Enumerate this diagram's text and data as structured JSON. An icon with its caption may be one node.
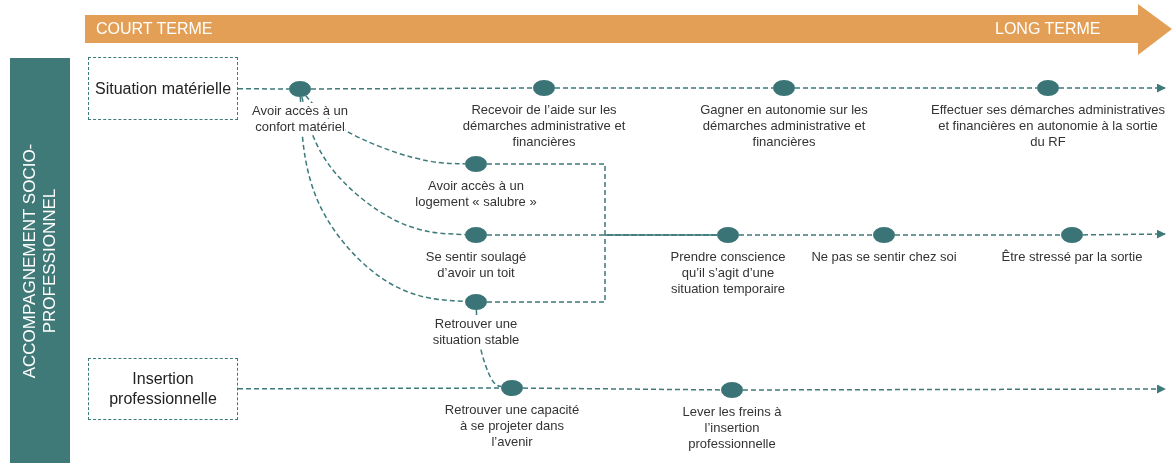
{
  "diagram": {
    "nodes": [
      {
        "text": [
          "ACCOMPAGNEMENT SOCIO-PROFESSIONNEL"
        ]
      },
      {
        "text": [
          "Situation matérielle"
        ]
      },
      {
        "text": [
          "Insertion professionnelle"
        ]
      },
      {
        "text": [],
        "shape": "circle",
        "beside": [
          "Avoir accès à un confort matériel"
        ]
      },
      {
        "text": [],
        "shape": "circle",
        "beside": [
          "Recevoir de l’aide sur les démarches administrative et financières"
        ]
      },
      {
        "text": [],
        "shape": "circle",
        "beside": [
          "Gagner en autonomie sur les démarches administrative et financières"
        ]
      },
      {
        "text": [],
        "shape": "circle",
        "beside": [
          "Effectuer ses démarches administratives et financières en autonomie à la sortie du RF"
        ]
      },
      {
        "text": [],
        "shape": "circle",
        "beside": [
          "Avoir accès à un logement « salubre »"
        ]
      },
      {
        "text": [],
        "shape": "circle",
        "beside": [
          "Se sentir soulagé d’avoir un toit"
        ]
      },
      {
        "text": [],
        "shape": "circle",
        "beside": [
          "Retrouver une situation stable"
        ]
      },
      {
        "text": [],
        "shape": "circle",
        "beside": [
          "Prendre conscience qu’il s’agit d’une situation temporaire"
        ]
      },
      {
        "text": [],
        "shape": "circle",
        "beside": [
          "Ne pas se sentir chez soi"
        ]
      },
      {
        "text": [],
        "shape": "circle",
        "beside": [
          "Être stressé par la sortie"
        ]
      },
      {
        "text": [],
        "shape": "circle",
        "beside": [
          "Retrouver une capacité à se projeter dans l’avenir"
        ]
      },
      {
        "text": [],
        "shape": "circle",
        "beside": [
          "Lever les freins à l’insertion professionnelle"
        ]
      }
    ],
    "edges": [
      {
        "from": 1,
        "to": 3,
        "arrow": "none",
        "style": "dashed"
      },
      {
        "from": 3,
        "to": 4,
        "arrow": "none",
        "style": "dashed"
      },
      {
        "from": 4,
        "to": 5,
        "arrow": "none",
        "style": "dashed"
      },
      {
        "from": 5,
        "to": 6,
        "arrow": "none",
        "style": "dashed"
      },
      {
        "from": 6,
        "to": null,
        "arrow": "to",
        "style": "dashed"
      },
      {
        "from": 3,
        "to": 7,
        "arrow": "none",
        "style": "dashed"
      },
      {
        "from": 3,
        "to": 8,
        "arrow": "none",
        "style": "dashed"
      },
      {
        "from": 3,
        "to": 9,
        "arrow": "none",
        "style": "dashed"
      },
      {
        "from": 9,
        "to": 13,
        "arrow": "none",
        "style": "dashed"
      },
      {
        "from": 7,
        "to": 10,
        "arrow": "none",
        "style": "dashed"
      },
      {
        "from": 8,
        "to": 10,
        "arrow": "none",
        "style": "dashed"
      },
      {
        "from": 9,
        "to": 10,
        "arrow": "none",
        "style": "dashed"
      },
      {
        "from": 10,
        "to": 11,
        "arrow": "none",
        "style": "dashed"
      },
      {
        "from": 11,
        "to": 12,
        "arrow": "none",
        "style": "dashed"
      },
      {
        "from": 12,
        "to": null,
        "arrow": "to",
        "style": "dashed"
      },
      {
        "from": 2,
        "to": 13,
        "arrow": "none",
        "style": "dashed"
      },
      {
        "from": 13,
        "to": 14,
        "arrow": "none",
        "style": "dashed"
      },
      {
        "from": 14,
        "to": null,
        "arrow": "to",
        "style": "dashed"
      }
    ],
    "labels": [
      "COURT TERME",
      "LONG TERME"
    ]
  }
}
